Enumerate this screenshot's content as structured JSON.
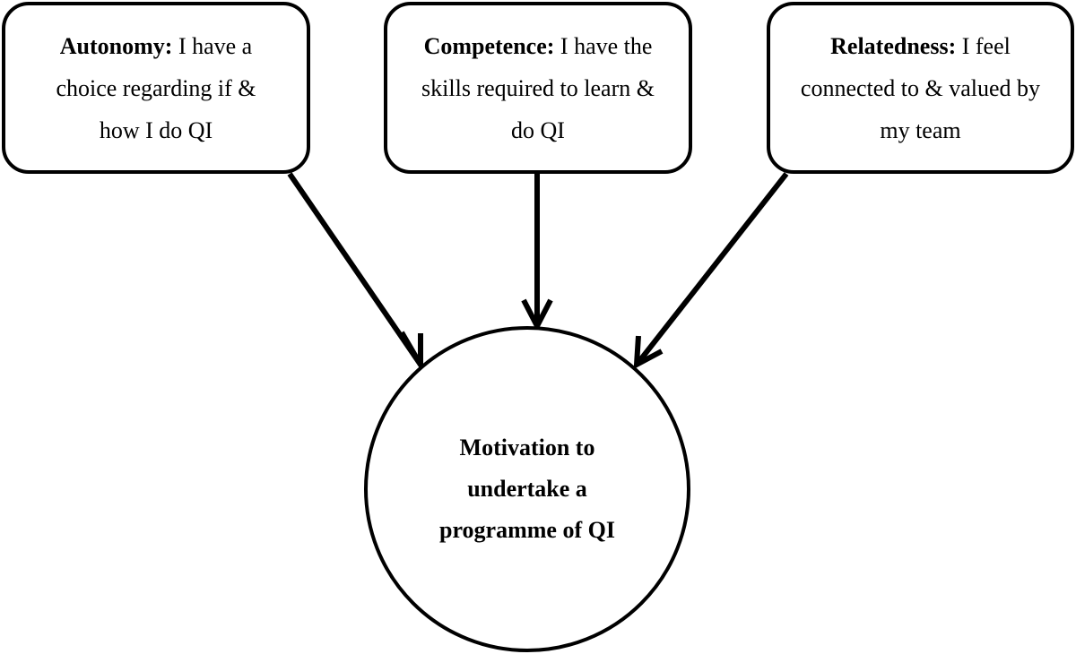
{
  "determinants": {
    "autonomy": {
      "term": "Autonomy:",
      "description": "I have a choice regarding if & how I do QI"
    },
    "competence": {
      "term": "Competence:",
      "description": "I have the skills required to learn & do QI"
    },
    "relatedness": {
      "term": "Relatedness:",
      "description": "I feel connected to & valued by my team"
    }
  },
  "outcome": {
    "label": "Motivation to undertake a programme of QI"
  },
  "colors": {
    "stroke": "#000000",
    "fill": "#ffffff"
  }
}
